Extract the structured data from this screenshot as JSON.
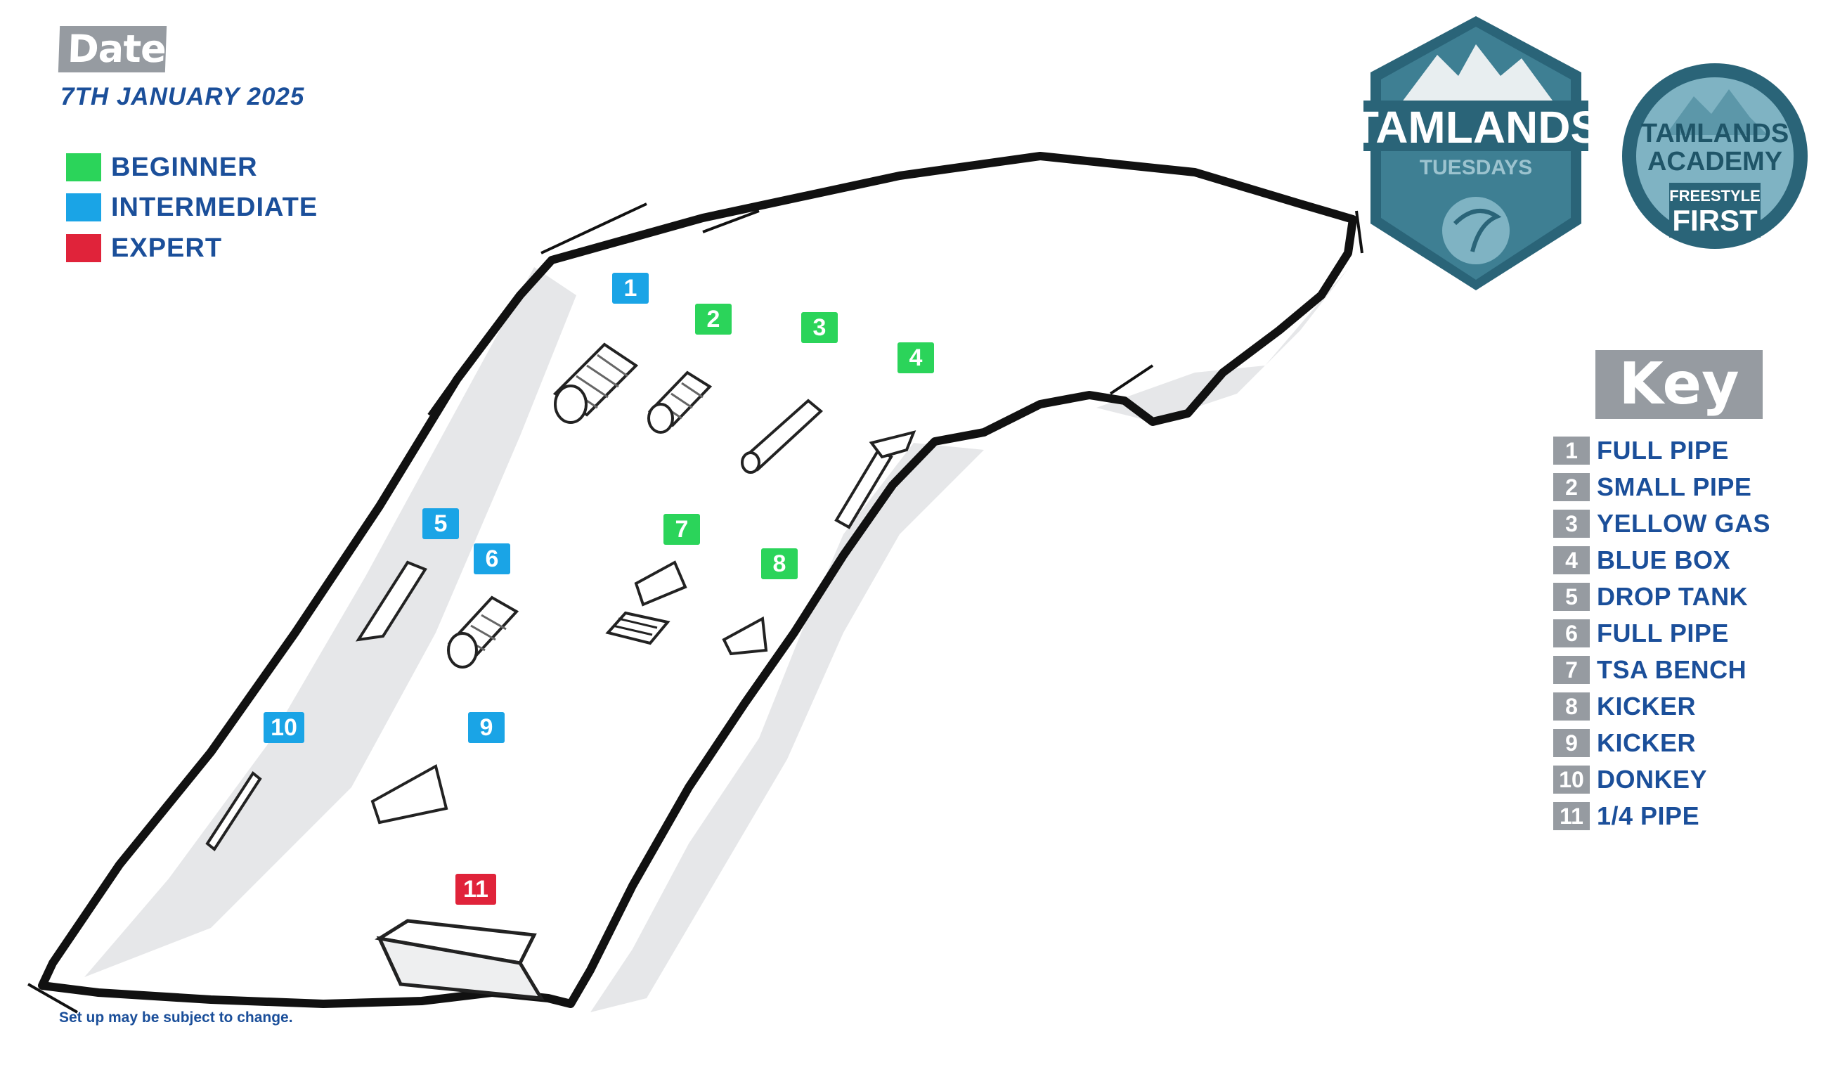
{
  "header": {
    "date_label": "Date:",
    "date_value": "7TH JANUARY 2025"
  },
  "legend": {
    "items": [
      {
        "label": "BEGINNER",
        "color": "#2bd45a"
      },
      {
        "label": "INTERMEDIATE",
        "color": "#1aa4e6"
      },
      {
        "label": "EXPERT",
        "color": "#e0233a"
      }
    ]
  },
  "logos": {
    "tuesdays": {
      "line1": "TAMLANDS",
      "line2": "TUESDAYS"
    },
    "academy": {
      "line1": "TAMLANDS",
      "line2": "ACADEMY",
      "line3": "FREESTYLE",
      "line4": "FIRST"
    }
  },
  "key": {
    "title": "Key",
    "items": [
      {
        "num": "1",
        "label": "FULL PIPE"
      },
      {
        "num": "2",
        "label": "SMALL PIPE"
      },
      {
        "num": "3",
        "label": "YELLOW GAS"
      },
      {
        "num": "4",
        "label": "BLUE BOX"
      },
      {
        "num": "5",
        "label": "DROP TANK"
      },
      {
        "num": "6",
        "label": "FULL PIPE"
      },
      {
        "num": "7",
        "label": "TSA BENCH"
      },
      {
        "num": "8",
        "label": "KICKER"
      },
      {
        "num": "9",
        "label": "KICKER"
      },
      {
        "num": "10",
        "label": "DONKEY"
      },
      {
        "num": "11",
        "label": "1/4 PIPE"
      }
    ]
  },
  "map_markers": [
    {
      "num": "1",
      "level": "intermediate"
    },
    {
      "num": "2",
      "level": "beginner"
    },
    {
      "num": "3",
      "level": "beginner"
    },
    {
      "num": "4",
      "level": "beginner"
    },
    {
      "num": "5",
      "level": "intermediate"
    },
    {
      "num": "6",
      "level": "intermediate"
    },
    {
      "num": "7",
      "level": "beginner"
    },
    {
      "num": "8",
      "level": "beginner"
    },
    {
      "num": "9",
      "level": "intermediate"
    },
    {
      "num": "10",
      "level": "intermediate"
    },
    {
      "num": "11",
      "level": "expert"
    }
  ],
  "colors": {
    "beginner": "#2bd45a",
    "intermediate": "#1aa4e6",
    "expert": "#e0233a",
    "brand_blue": "#1b4f9a",
    "badge_grey": "#969ba1",
    "logo_dark": "#2a6478",
    "logo_light": "#7fb3c3"
  },
  "footer": {
    "disclaimer": "Set up may be subject to change."
  }
}
